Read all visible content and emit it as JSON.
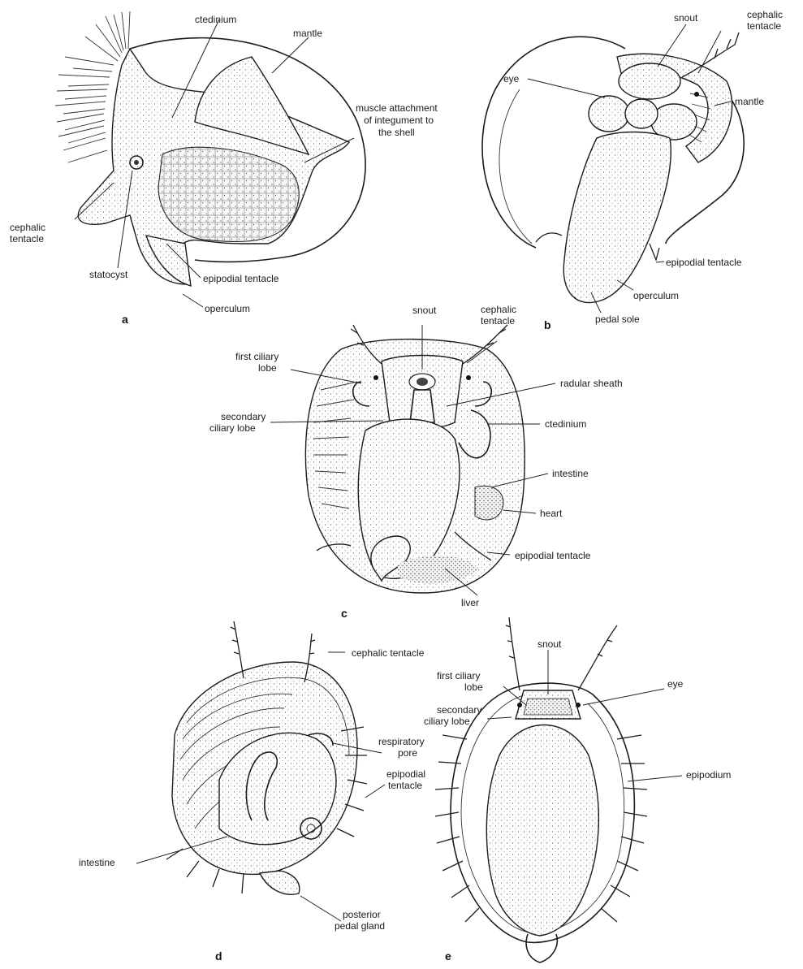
{
  "panels": {
    "a": {
      "letter": "a",
      "labels": {
        "ctenidium": "ctedinium",
        "mantle": "mantle",
        "muscle_line1": "muscle attachment",
        "muscle_line2": "of integument to",
        "muscle_line3": "the shell",
        "cephalic_line1": "cephalic",
        "cephalic_line2": "tentacle",
        "statocyst": "statocyst",
        "epipodial": "epipodial tentacle",
        "operculum": "operculum"
      }
    },
    "b": {
      "letter": "b",
      "labels": {
        "snout": "snout",
        "cephalic_line1": "cephalic",
        "cephalic_line2": "tentacle",
        "eye": "eye",
        "mantle": "mantle",
        "epipodial": "epipodial tentacle",
        "operculum": "operculum",
        "pedal_sole": "pedal sole"
      }
    },
    "c": {
      "letter": "c",
      "labels": {
        "snout": "snout",
        "cephalic_line1": "cephalic",
        "cephalic_line2": "tentacle",
        "first_line1": "first ciliary",
        "first_line2": "lobe",
        "radular": "radular sheath",
        "secondary_line1": "secondary",
        "secondary_line2": "ciliary lobe",
        "ctenidium": "ctedinium",
        "intestine": "intestine",
        "heart": "heart",
        "epipodial": "epipodial tentacle",
        "liver": "liver"
      }
    },
    "d": {
      "letter": "d",
      "labels": {
        "cephalic": "cephalic tentacle",
        "respiratory_line1": "respiratory",
        "respiratory_line2": "pore",
        "epipodial_line1": "epipodial",
        "epipodial_line2": "tentacle",
        "intestine": "intestine",
        "posterior_line1": "posterior",
        "posterior_line2": "pedal gland"
      }
    },
    "e": {
      "letter": "e",
      "labels": {
        "snout": "snout",
        "first_line1": "first ciliary",
        "first_line2": "lobe",
        "eye": "eye",
        "secondary_line1": "secondary",
        "secondary_line2": "ciliary lobe",
        "epipodium": "epipodium"
      }
    }
  }
}
